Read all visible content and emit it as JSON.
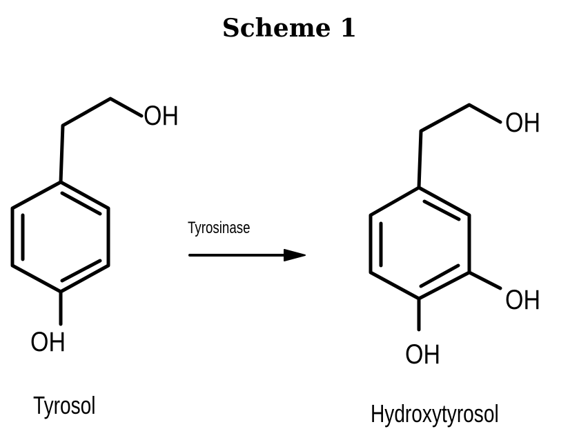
{
  "title": "Scheme 1",
  "reaction": {
    "reactant": {
      "name": "Tyrosol",
      "groups": {
        "side_chain_oh": "OH",
        "para_oh": "OH"
      }
    },
    "enzyme": "Tyrosinase",
    "arrow": "right-arrow",
    "product": {
      "name": "Hydroxytyrosol",
      "groups": {
        "side_chain_oh": "OH",
        "meta_oh": "OH",
        "para_oh": "OH"
      }
    }
  }
}
